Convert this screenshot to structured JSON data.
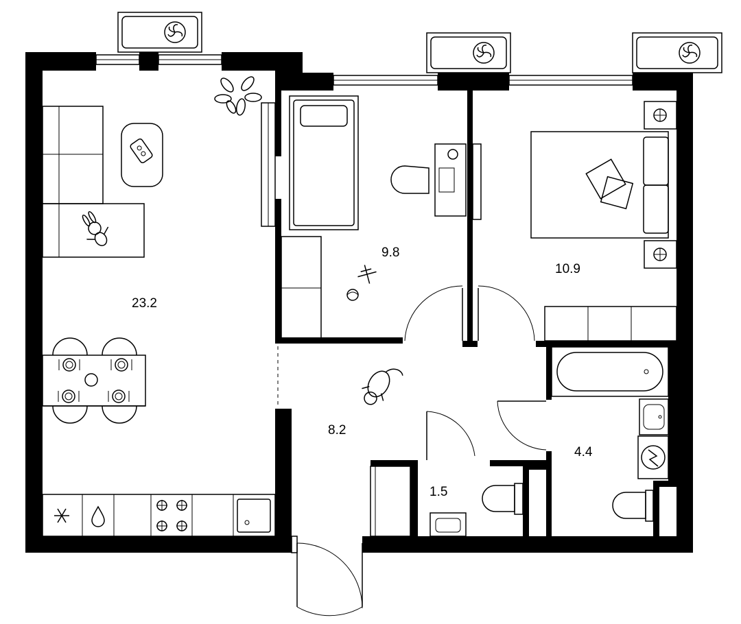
{
  "colors": {
    "wall": "#000000",
    "background": "#ffffff"
  },
  "rooms": [
    {
      "id": "living-kitchen",
      "area": "23.2"
    },
    {
      "id": "kids-room",
      "area": "9.8"
    },
    {
      "id": "bedroom",
      "area": "10.9"
    },
    {
      "id": "hallway",
      "area": "8.2"
    },
    {
      "id": "toilet",
      "area": "1.5"
    },
    {
      "id": "bathroom",
      "area": "4.4"
    }
  ],
  "icons": [
    "fan-icon",
    "freezer-icon",
    "water-drop-icon",
    "stove-icon",
    "plant-icon",
    "cat-icon",
    "toy-bunny-icon",
    "toy-plane-icon",
    "ball-icon"
  ]
}
